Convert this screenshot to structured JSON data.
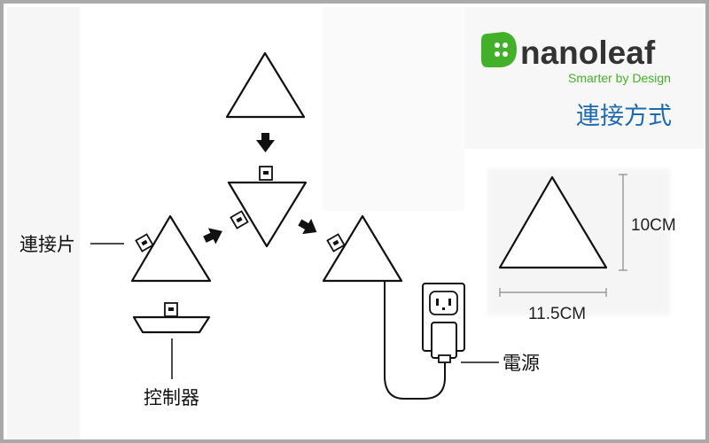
{
  "brand": {
    "logo_text": "nanoleaf",
    "tagline": "Smarter by Design",
    "green": "#43b02a",
    "blue": "#1d6ab0"
  },
  "page_title": "連接方式",
  "labels": {
    "linker": "連接片",
    "controller": "控制器",
    "power": "電源"
  },
  "dimensions": {
    "height": "10CM",
    "width": "11.5CM"
  },
  "icons": [
    "arrow-down-icon",
    "arrow-right-icon",
    "connector-tab-icon",
    "power-outlet-icon",
    "power-plug-icon"
  ]
}
